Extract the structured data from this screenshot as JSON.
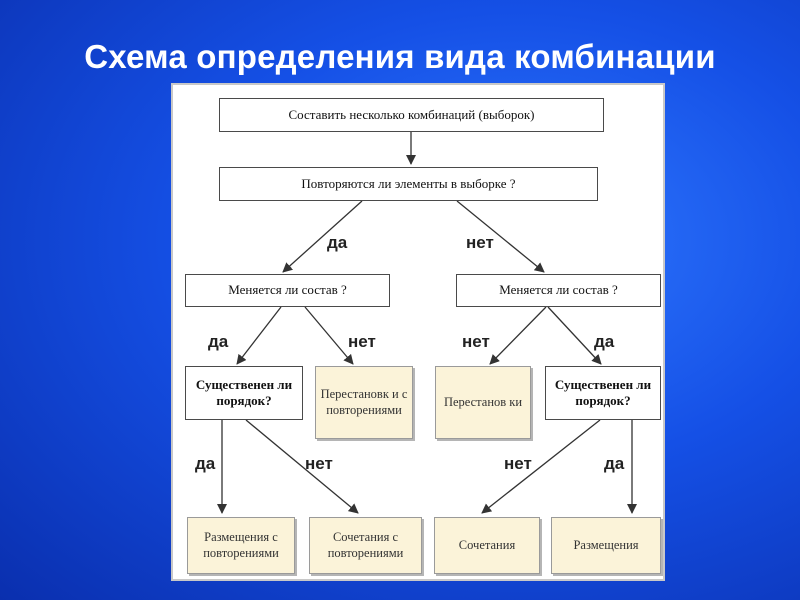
{
  "title": "Схема определения вида комбинации",
  "nodes": {
    "start": "Составить несколько комбинаций (выборок)",
    "repeat_q": "Повторяются ли элементы в выборке ?",
    "left_comp_q": "Меняется ли состав ?",
    "right_comp_q": "Меняется ли состав ?",
    "left_order_q": "Существенен ли порядок?",
    "perm_rep": "Перестановк и с повторениями",
    "perm": "Перестанов ки",
    "right_order_q": "Существенен ли порядок?",
    "arr_rep": "Размещения с повторениями",
    "comb_rep": "Сочетания с повторениями",
    "comb": "Сочетания",
    "arr": "Размещения"
  },
  "labels": {
    "da": "да",
    "net": "нет"
  }
}
